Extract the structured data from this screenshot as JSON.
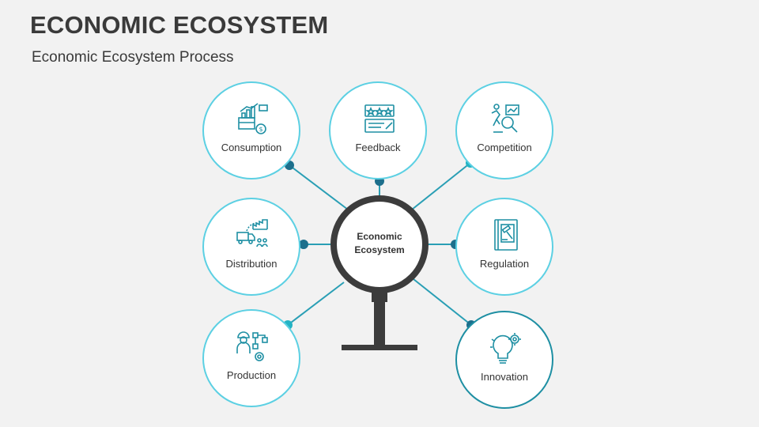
{
  "header": {
    "title": "ECONOMIC ECOSYSTEM",
    "subtitle": "Economic Ecosystem Process"
  },
  "center": {
    "label_line1": "Economic",
    "label_line2": "Ecosystem"
  },
  "nodes": [
    {
      "id": "consumption",
      "label": "Consumption",
      "icon": "chart-box-dollar-icon"
    },
    {
      "id": "feedback",
      "label": "Feedback",
      "icon": "star-rating-icon"
    },
    {
      "id": "competition",
      "label": "Competition",
      "icon": "runner-analysis-icon"
    },
    {
      "id": "distribution",
      "label": "Distribution",
      "icon": "truck-factory-icon"
    },
    {
      "id": "regulation",
      "label": "Regulation",
      "icon": "gavel-book-icon"
    },
    {
      "id": "production",
      "label": "Production",
      "icon": "worker-flowchart-icon"
    },
    {
      "id": "innovation",
      "label": "Innovation",
      "icon": "lightbulb-gear-icon"
    }
  ],
  "colors": {
    "light_teal": "#5cd0e3",
    "mid_teal": "#23b3c4",
    "dark_teal": "#1e8fa3",
    "navy_teal": "#1d6f8c",
    "magnifier": "#3c3c3c",
    "text": "#333333"
  }
}
